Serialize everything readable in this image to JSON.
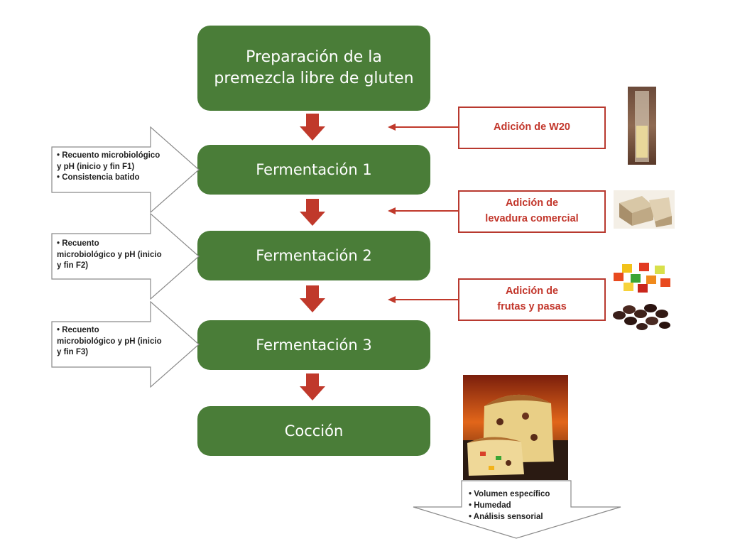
{
  "steps": {
    "prep": [
      "Preparación de la",
      "premezcla libre de gluten"
    ],
    "f1": "Fermentación 1",
    "f2": "Fermentación 2",
    "f3": "Fermentación 3",
    "coccion": "Cocción"
  },
  "additions": {
    "w20": [
      "Adición de W20"
    ],
    "levadura": [
      "Adición de",
      "levadura comercial"
    ],
    "frutas": [
      "Adición de",
      "frutas y pasas"
    ]
  },
  "measurements": {
    "f1": [
      "• Recuento  microbiológico\ny pH  (inicio  y fin  F1)",
      "• Consistencia  batido"
    ],
    "f2": [
      "• Recuento\nmicrobiológico  y pH (inicio\ny fin  F2)"
    ],
    "f3": [
      "• Recuento\nmicrobiológico  y pH (inicio\ny fin  F3)"
    ],
    "final": [
      "• Volumen específico",
      "• Humedad",
      "• Análisis sensorial"
    ]
  },
  "colors": {
    "step_green": "#4a7d38",
    "arrow_red": "#c0392b",
    "box_border_red": "#b8392f"
  }
}
